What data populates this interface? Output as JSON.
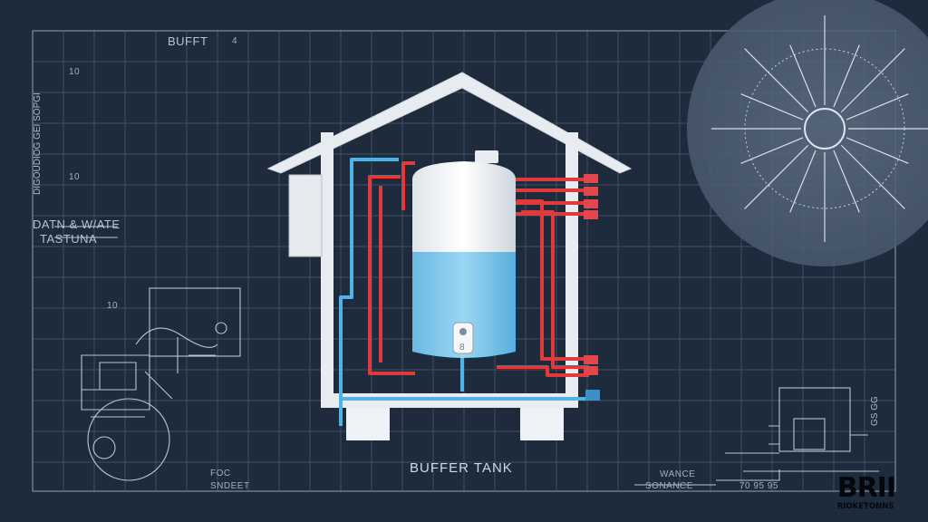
{
  "diagram": {
    "title": "BUFFER TANK",
    "top_label": "BUFFT",
    "left_label_1": "DATN & W/ATE",
    "left_label_2": "TASTUNA",
    "left_small_1": "10",
    "left_small_2": "10",
    "left_small_3": "10",
    "bottom_left_1": "FOC",
    "bottom_left_2": "SNDEET",
    "bottom_right_1": "WANCE",
    "bottom_right_2": "SONANCE",
    "bottom_right_nums": "70  95  95",
    "right_vert": "GS GG",
    "left_vert": "DIGOUDIOG GEI SOPGI",
    "gauge_num": "8"
  },
  "logo": {
    "text": "BRII",
    "subtext": "RIOKETONNS"
  },
  "colors": {
    "background": "#1e2b3c",
    "grid": "#3d4c60",
    "house": "#e9edf2",
    "tank_top": "#f4f6f8",
    "tank_water": "#7fc7ea",
    "hot_pipe": "#e23a3a",
    "cold_pipe": "#4fb3e8"
  }
}
